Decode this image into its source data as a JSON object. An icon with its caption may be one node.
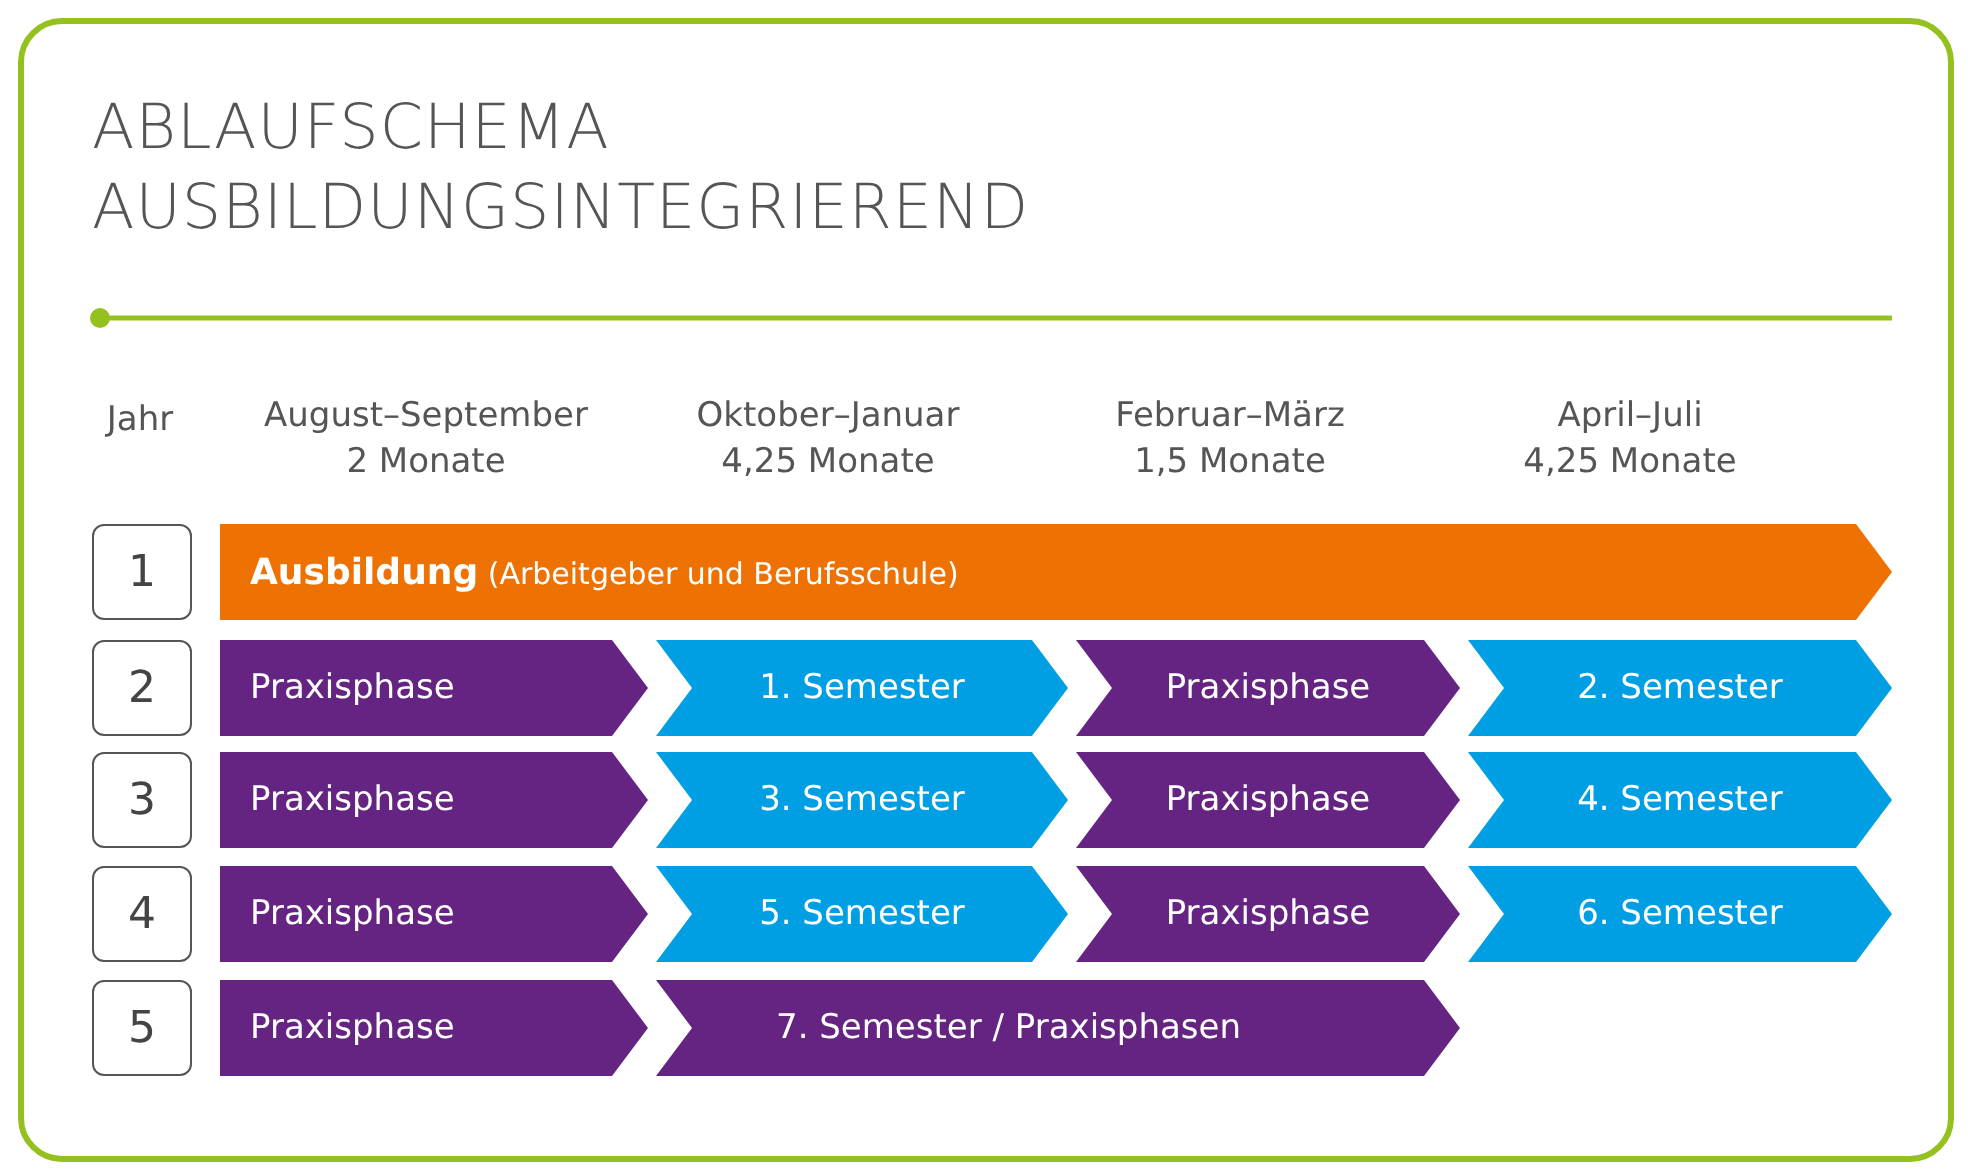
{
  "diagram": {
    "title": "ABLAUFSCHEMA AUSBILDUNGSINTEGRIEREND",
    "nodes": [
      {
        "text": [
          "1"
        ]
      },
      {
        "text": [
          "**Ausbildung** (Arbeitgeber und Berufsschule)"
        ]
      },
      {
        "text": [
          "2"
        ]
      },
      {
        "text": [
          "Praxisphase"
        ]
      },
      {
        "text": [
          "1. Semester"
        ]
      },
      {
        "text": [
          "Praxisphase"
        ]
      },
      {
        "text": [
          "2. Semester"
        ]
      },
      {
        "text": [
          "3"
        ]
      },
      {
        "text": [
          "Praxisphase"
        ]
      },
      {
        "text": [
          "3. Semester"
        ]
      },
      {
        "text": [
          "Praxisphase"
        ]
      },
      {
        "text": [
          "4. Semester"
        ]
      },
      {
        "text": [
          "4"
        ]
      },
      {
        "text": [
          "Praxisphase"
        ]
      },
      {
        "text": [
          "5. Semester"
        ]
      },
      {
        "text": [
          "Praxisphase"
        ]
      },
      {
        "text": [
          "6. Semester"
        ]
      },
      {
        "text": [
          "5"
        ]
      },
      {
        "text": [
          "Praxisphase"
        ]
      },
      {
        "text": [
          "7. Semester / Praxisphasen"
        ]
      }
    ],
    "labels": [
      "Jahr",
      "August–September",
      "2 Monate",
      "Oktober–Januar",
      "4,25 Monate",
      "Februar–März",
      "1,5 Monate",
      "April–Juli",
      "4,25 Monate"
    ]
  }
}
